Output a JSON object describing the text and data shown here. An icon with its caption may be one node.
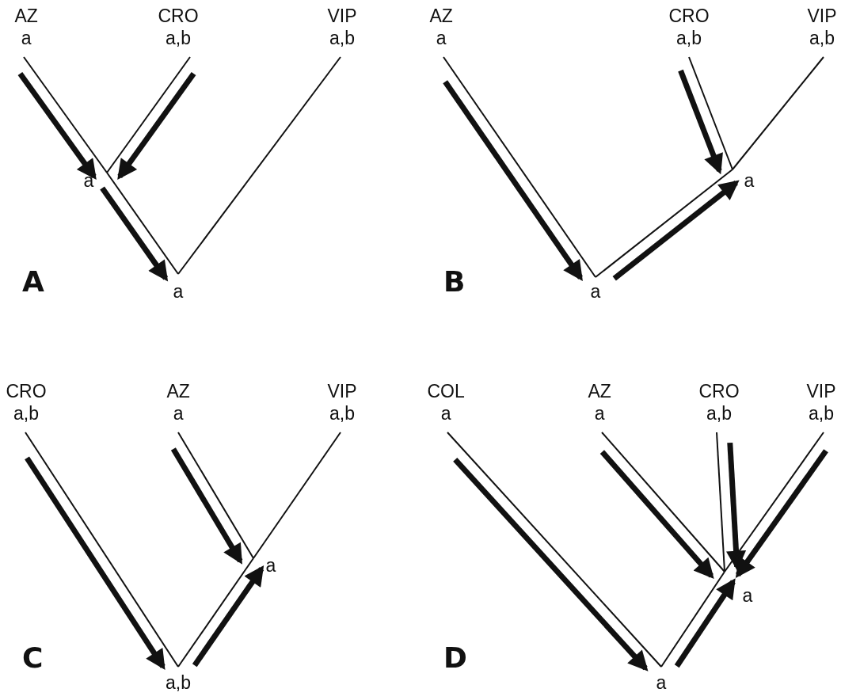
{
  "diagram": {
    "nodes": [
      {
        "text": [
          "AZ",
          "a"
        ]
      },
      {
        "text": [
          "CRO",
          "a,b"
        ]
      },
      {
        "text": [
          "VIP",
          "a,b"
        ]
      },
      {
        "text": [
          "a"
        ]
      },
      {
        "text": [
          "a"
        ]
      },
      {
        "text": [
          "AZ",
          "a"
        ]
      },
      {
        "text": [
          "CRO",
          "a,b"
        ]
      },
      {
        "text": [
          "VIP",
          "a,b"
        ]
      },
      {
        "text": [
          "a"
        ]
      },
      {
        "text": [
          "a"
        ]
      },
      {
        "text": [
          "CRO",
          "a,b"
        ]
      },
      {
        "text": [
          "AZ",
          "a"
        ]
      },
      {
        "text": [
          "VIP",
          "a,b"
        ]
      },
      {
        "text": [
          "a"
        ]
      },
      {
        "text": [
          "a,b"
        ]
      },
      {
        "text": [
          "COL",
          "a"
        ]
      },
      {
        "text": [
          "AZ",
          "a"
        ]
      },
      {
        "text": [
          "CRO",
          "a,b"
        ]
      },
      {
        "text": [
          "VIP",
          "a,b"
        ]
      },
      {
        "text": [
          "a"
        ]
      },
      {
        "text": [
          "a"
        ]
      }
    ],
    "edges": [
      {
        "from": 0,
        "to": 3,
        "arrow": "none"
      },
      {
        "from": 0,
        "to": 3,
        "arrow": "to",
        "style": "thick"
      },
      {
        "from": 1,
        "to": 3,
        "arrow": "none"
      },
      {
        "from": 1,
        "to": 3,
        "arrow": "to",
        "style": "thick"
      },
      {
        "from": 3,
        "to": 4,
        "arrow": "none"
      },
      {
        "from": 3,
        "to": 4,
        "arrow": "to",
        "style": "thick"
      },
      {
        "from": 2,
        "to": 4,
        "arrow": "none"
      },
      {
        "from": 5,
        "to": 9,
        "arrow": "none"
      },
      {
        "from": 5,
        "to": 9,
        "arrow": "to",
        "style": "thick"
      },
      {
        "from": 6,
        "to": 8,
        "arrow": "none"
      },
      {
        "from": 6,
        "to": 8,
        "arrow": "to",
        "style": "thick"
      },
      {
        "from": 7,
        "to": 8,
        "arrow": "none"
      },
      {
        "from": 9,
        "to": 8,
        "arrow": "none"
      },
      {
        "from": 9,
        "to": 8,
        "arrow": "to",
        "style": "thick"
      },
      {
        "from": 10,
        "to": 14,
        "arrow": "none"
      },
      {
        "from": 10,
        "to": 14,
        "arrow": "to",
        "style": "thick"
      },
      {
        "from": 11,
        "to": 13,
        "arrow": "none"
      },
      {
        "from": 11,
        "to": 13,
        "arrow": "to",
        "style": "thick"
      },
      {
        "from": 12,
        "to": 13,
        "arrow": "none"
      },
      {
        "from": 14,
        "to": 13,
        "arrow": "none"
      },
      {
        "from": 14,
        "to": 13,
        "arrow": "to",
        "style": "thick"
      },
      {
        "from": 15,
        "to": 20,
        "arrow": "none"
      },
      {
        "from": 15,
        "to": 20,
        "arrow": "to",
        "style": "thick"
      },
      {
        "from": 16,
        "to": 19,
        "arrow": "none"
      },
      {
        "from": 16,
        "to": 19,
        "arrow": "to",
        "style": "thick"
      },
      {
        "from": 17,
        "to": 19,
        "arrow": "none"
      },
      {
        "from": 17,
        "to": 19,
        "arrow": "to",
        "style": "thick"
      },
      {
        "from": 18,
        "to": 19,
        "arrow": "none"
      },
      {
        "from": 18,
        "to": 19,
        "arrow": "to",
        "style": "thick"
      },
      {
        "from": 20,
        "to": 19,
        "arrow": "none"
      },
      {
        "from": 20,
        "to": 19,
        "arrow": "to",
        "style": "thick"
      }
    ],
    "labels": [
      "A",
      "B",
      "C",
      "D"
    ]
  }
}
